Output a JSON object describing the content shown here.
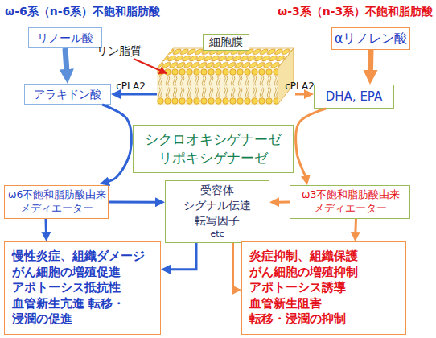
{
  "diagram": {
    "nodes": [
      {
        "text": [
          "リノール酸"
        ]
      },
      {
        "text": [
          "細胞膜"
        ]
      },
      {
        "text": [
          "αリノレン酸"
        ]
      },
      {
        "text": [
          "アラキドン酸"
        ]
      },
      {
        "text": [
          "DHA, EPA"
        ]
      },
      {
        "text": [
          "シクロオキシゲナーゼ リポキシゲナーゼ"
        ]
      },
      {
        "text": [
          "ω6不飽和脂肪酸由来 メディエーター"
        ]
      },
      {
        "text": [
          "受容体 シグナル伝達 転写因子",
          "etc"
        ]
      },
      {
        "text": [
          "ω3不飽和脂肪酸由来 メディエーター"
        ]
      },
      {
        "text": [
          "慢性炎症、組織ダメージ がん細胞の増殖促進 アポトーシス抵抗性 血管新生亢進 転移・浸潤の促進"
        ]
      },
      {
        "text": [
          "炎症抑制、組織保護 がん細胞の増殖抑制 アポトーシス誘導 血管新生阻害 転移・浸潤の抑制"
        ]
      }
    ],
    "edges": [
      {
        "from": 0,
        "to": 3,
        "arrow": "to"
      },
      {
        "from": 1,
        "to": 3,
        "label": "cPLA2",
        "arrow": "to"
      },
      {
        "from": 1,
        "to": 4,
        "label": "cPLA2",
        "arrow": "to"
      },
      {
        "from": 2,
        "to": 4,
        "arrow": "to"
      },
      {
        "from": 3,
        "to": 6,
        "arrow": "to"
      },
      {
        "from": 4,
        "to": 8,
        "arrow": "to"
      },
      {
        "from": 6,
        "to": 7,
        "arrow": "to"
      },
      {
        "from": 8,
        "to": 7,
        "arrow": "to"
      },
      {
        "from": 7,
        "to": 9,
        "arrow": "to"
      },
      {
        "from": 7,
        "to": 10,
        "arrow": "to"
      },
      {
        "from": 6,
        "to": 9,
        "arrow": "to"
      },
      {
        "from": 8,
        "to": 10,
        "arrow": "to"
      }
    ],
    "labels": [
      "ω-6系（n-6系）不飽和脂肪酸",
      "ω-3系（n-3系）不飽和脂肪酸",
      "リン脂質"
    ]
  }
}
